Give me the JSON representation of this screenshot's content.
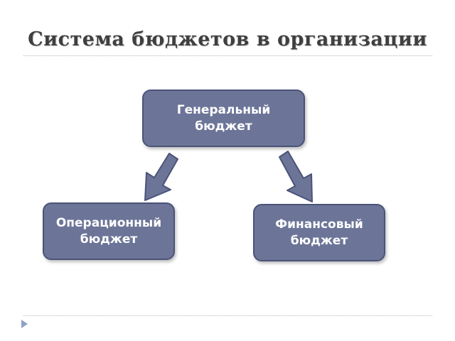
{
  "slide": {
    "title": "Система бюджетов в организации"
  },
  "diagram": {
    "nodes": {
      "general": "Генеральный\nбюджет",
      "operational": "Операционный\nбюджет",
      "financial": "Финансовый\nбюджет"
    }
  },
  "colors": {
    "node_fill": "#6c7598",
    "node_border": "#4b5378",
    "title": "#3f3f3f"
  }
}
